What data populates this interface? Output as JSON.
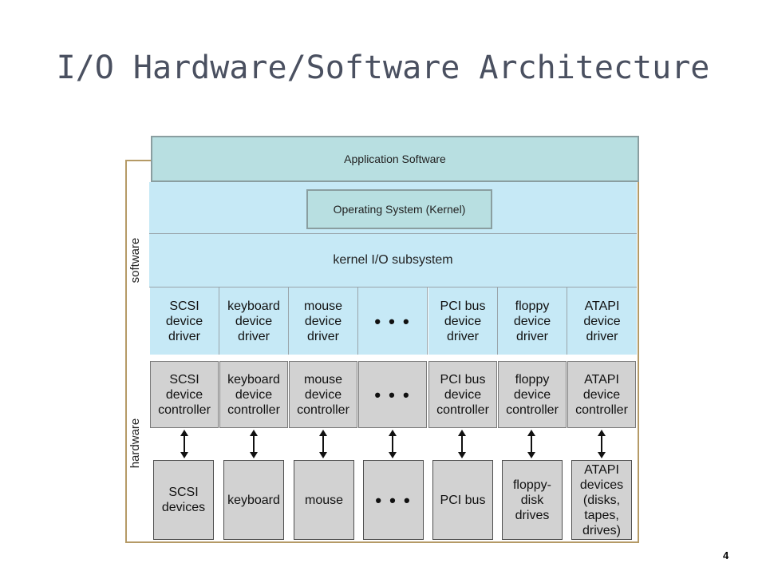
{
  "title": "I/O Hardware/Software Architecture",
  "page_number": "4",
  "labels": {
    "software": "software",
    "hardware": "hardware"
  },
  "layers": {
    "application": "Application Software",
    "os": "Operating System (Kernel)",
    "kernel_io": "kernel I/O subsystem"
  },
  "drivers": [
    "SCSI device driver",
    "keyboard device driver",
    "mouse device driver",
    "• • •",
    "PCI bus device driver",
    "floppy device driver",
    "ATAPI device driver"
  ],
  "controllers": [
    "SCSI device controller",
    "keyboard device controller",
    "mouse device controller",
    "• • •",
    "PCI bus device controller",
    "floppy device controller",
    "ATAPI device controller"
  ],
  "devices": [
    "SCSI devices",
    "keyboard",
    "mouse",
    "• • •",
    "PCI bus",
    "floppy- disk drives",
    "ATAPI devices (disks, tapes, drives)"
  ],
  "colors": {
    "frame": "#b59a66",
    "software_fill": "#c6e9f6",
    "app_fill": "#b8dfe1",
    "hardware_fill": "#d2d2d2"
  }
}
